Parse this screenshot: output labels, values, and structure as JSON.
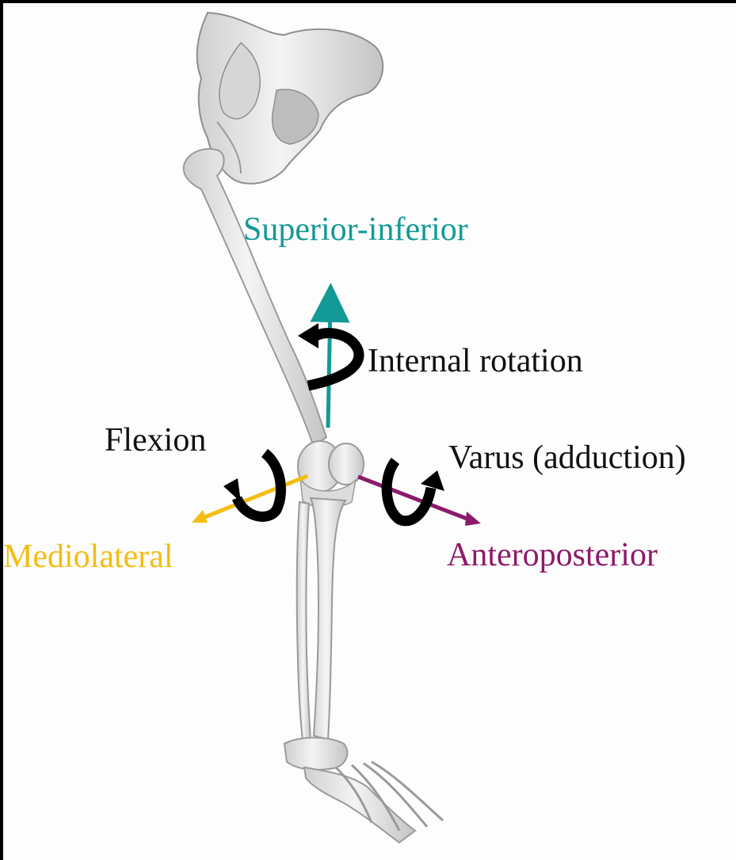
{
  "labels": {
    "superior_inferior": "Superior-inferior",
    "internal_rotation": "Internal rotation",
    "flexion": "Flexion",
    "varus": "Varus (adduction)",
    "mediolateral": "Mediolateral",
    "anteroposterior": "Anteroposterior"
  },
  "colors": {
    "superior_inferior": "#139a96",
    "mediolateral": "#f3bd12",
    "anteroposterior": "#8c1a6a",
    "rotation_arrow": "#000000",
    "text_dark": "#111111",
    "bone_fill": "#e6e6e6",
    "bone_stroke": "#9a9a9a"
  }
}
